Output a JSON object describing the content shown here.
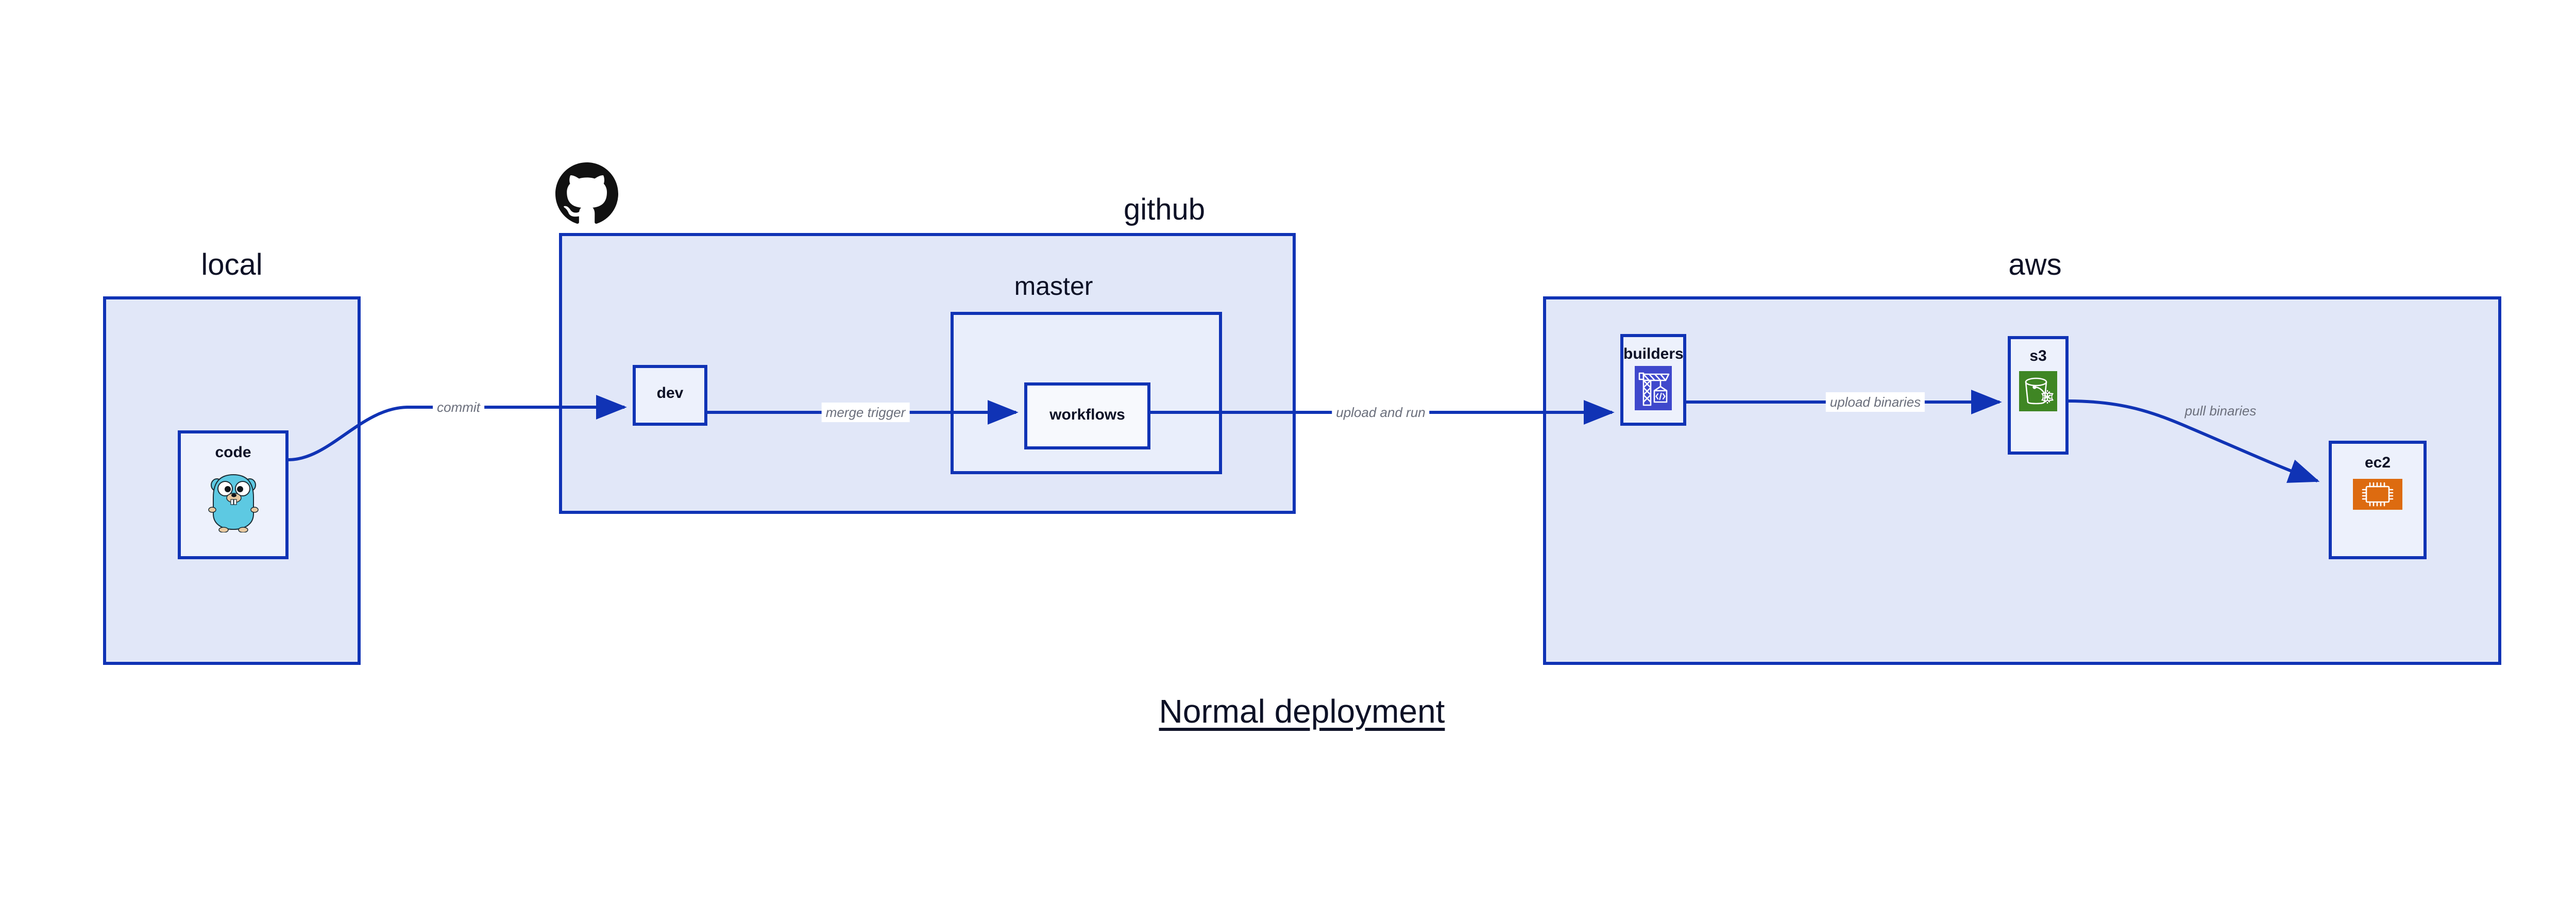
{
  "title": "Normal deployment",
  "groups": [
    {
      "id": "local",
      "label": "local"
    },
    {
      "id": "github",
      "label": "github"
    },
    {
      "id": "aws",
      "label": "aws"
    }
  ],
  "subgroups": [
    {
      "id": "master",
      "label": "master",
      "parent": "github"
    }
  ],
  "nodes": [
    {
      "id": "code",
      "label": "code",
      "group": "local",
      "icon": "go-gopher-icon"
    },
    {
      "id": "dev",
      "label": "dev",
      "group": "github",
      "icon": "none"
    },
    {
      "id": "workflows",
      "label": "workflows",
      "group": "master",
      "icon": "none"
    },
    {
      "id": "builders",
      "label": "builders",
      "group": "aws",
      "icon": "aws-codebuild-icon"
    },
    {
      "id": "s3",
      "label": "s3",
      "group": "aws",
      "icon": "aws-s3-glacier-icon"
    },
    {
      "id": "ec2",
      "label": "ec2",
      "group": "aws",
      "icon": "aws-ec2-icon"
    }
  ],
  "edges": [
    {
      "id": "commit",
      "label": "commit",
      "from": "code",
      "to": "dev"
    },
    {
      "id": "merge-trigger",
      "label": "merge trigger",
      "from": "dev",
      "to": "workflows"
    },
    {
      "id": "upload-and-run",
      "label": "upload and run",
      "from": "workflows",
      "to": "builders"
    },
    {
      "id": "upload-binaries",
      "label": "upload binaries",
      "from": "builders",
      "to": "s3"
    },
    {
      "id": "pull-binaries",
      "label": "pull binaries",
      "from": "s3",
      "to": "ec2"
    }
  ],
  "logos": [
    {
      "id": "github-logo",
      "name": "github-octocat-icon"
    }
  ],
  "colors": {
    "edge": "#1033b5",
    "group_border": "#1033b5",
    "group_fill": "#e1e7f8",
    "node_fill": "#edf1fc",
    "label_text": "#0d1126",
    "edge_label_text": "#6b6f7c",
    "codebuild_blue": "#3f48cc",
    "s3_green": "#3f8624",
    "ec2_orange": "#dd6b10",
    "gopher_cyan": "#5dc9e2"
  }
}
